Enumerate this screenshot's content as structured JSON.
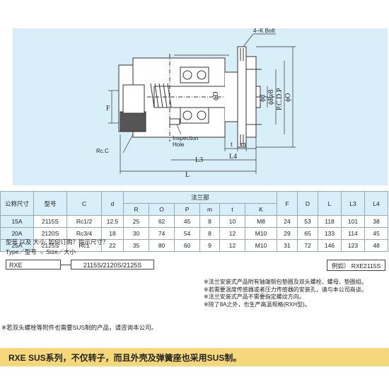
{
  "drawing": {
    "labels": {
      "bolt": "4−K Bolt",
      "f": "F",
      "rc": "Rc.C",
      "inspection_1": "Inspection",
      "inspection_2": "Hole",
      "t": "t",
      "m": "m",
      "l4": "L4",
      "l3": "L3",
      "l": "L",
      "d_bore": "ϕD",
      "d_small": "ϕd",
      "re": "ϕRe8",
      "pcd": "P.C.D.P",
      "o": "ϕO"
    }
  },
  "table": {
    "headers": {
      "size": "公称尺寸",
      "model": "型号",
      "c": "C",
      "d": "d",
      "flange": "法兰部",
      "r": "R",
      "o": "O",
      "p": "P",
      "m": "m",
      "t": "t",
      "k": "K",
      "F": "F",
      "D": "D",
      "L": "L",
      "L3": "L3",
      "L4": "L4"
    },
    "rows": [
      {
        "size": "15A",
        "model": "2115S",
        "c": "Rc1/2",
        "d": "12.5",
        "r": "25",
        "o": "62",
        "p": "45",
        "m": "8",
        "t": "10",
        "k": "M8",
        "F": "24",
        "D": "53",
        "L": "118",
        "L3": "101",
        "L4": "38"
      },
      {
        "size": "20A",
        "model": "2120S",
        "c": "Rc3/4",
        "d": "18",
        "r": "30",
        "o": "74",
        "p": "54",
        "m": "8",
        "t": "12",
        "k": "M10",
        "F": "29",
        "D": "65",
        "L": "133",
        "L3": "114",
        "L4": "45"
      },
      {
        "size": "25A",
        "model": "2125S",
        "c": "Rc1",
        "d": "22",
        "r": "35",
        "o": "80",
        "p": "60",
        "m": "9",
        "t": "12",
        "k": "M10",
        "F": "31",
        "D": "72",
        "L": "146",
        "L3": "123",
        "L4": "48"
      }
    ]
  },
  "order": {
    "line1": "型号 以及 大小: 如何订购？指示尺寸？",
    "line2": "Type／型号 → Size／大小",
    "series": "RXE",
    "models": "2115S/2120S/2125S",
    "example": "例如）  RXE2115S"
  },
  "notes": [
    "※法兰安装式产品附有轴端铜包垫圈及双头螺栓、螺母、垫圈组。",
    "※若需要温度传感器或者压力传感器的安装孔，请与本公司商谈。",
    "※法兰安装式产品不需要指定螺纹方向。",
    "※除了8A之外，也生产高温规格(RXH型)。"
  ],
  "bolt_note": "※若双头螺栓等附件也需要SUS制的产品，请咨询本公司。",
  "banner": "RXE SUS系列，不仅转子，而且外壳及弹簧座也采用SUS制。"
}
